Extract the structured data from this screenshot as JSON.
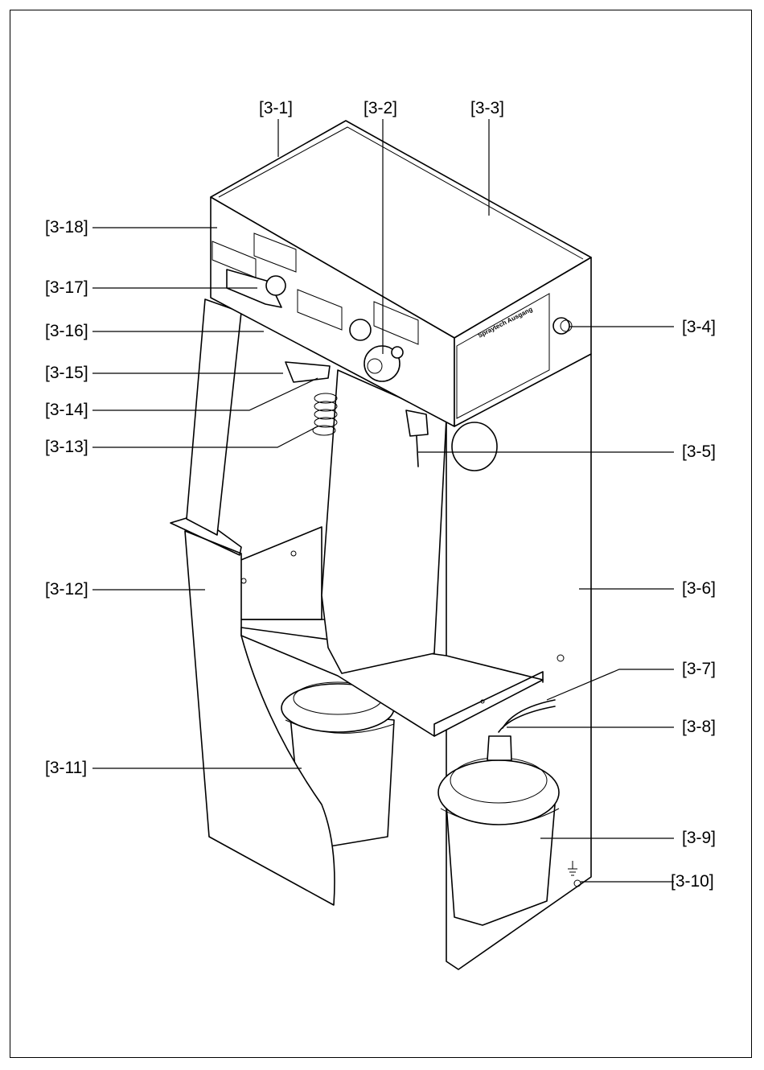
{
  "callouts": {
    "c1": "[3-1]",
    "c2": "[3-2]",
    "c3": "[3-3]",
    "c4": "[3-4]",
    "c5": "[3-5]",
    "c6": "[3-6]",
    "c7": "[3-7]",
    "c8": "[3-8]",
    "c9": "[3-9]",
    "c10": "[3-10]",
    "c11": "[3-11]",
    "c12": "[3-12]",
    "c13": "[3-13]",
    "c14": "[3-14]",
    "c15": "[3-15]",
    "c16": "[3-16]",
    "c17": "[3-17]",
    "c18": "[3-18]"
  },
  "colors": {
    "line": "#000000",
    "background": "#ffffff"
  }
}
